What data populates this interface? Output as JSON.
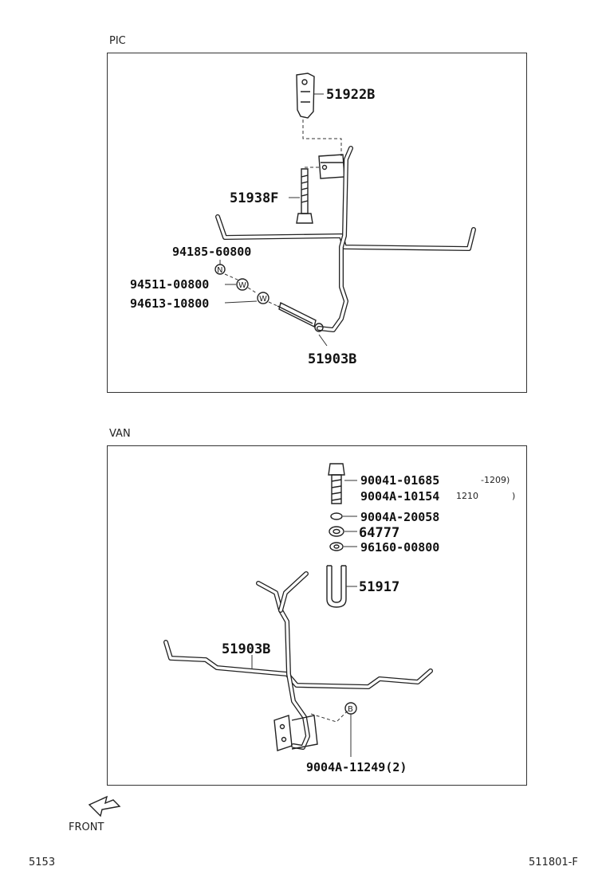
{
  "sections": {
    "pic": {
      "label": "PIC",
      "parts": {
        "p1": "51922B",
        "p2": "51938F",
        "p3": "94185-60800",
        "p4": "94511-00800",
        "p5": "94613-10800",
        "p6": "51903B"
      },
      "markers": {
        "n": "N",
        "w1": "W",
        "w2": "W"
      }
    },
    "van": {
      "label": "VAN",
      "parts": {
        "p1": "90041-01685",
        "p2": "9004A-10154",
        "p3": "9004A-20058",
        "p4": "64777",
        "p5": "96160-00800",
        "p6": "51917",
        "p7": "51903B",
        "p8": "9004A-11249(2)"
      },
      "notes": {
        "n1": "-1209)",
        "n2": "1210",
        "n3": ")"
      },
      "markers": {
        "b": "B"
      }
    }
  },
  "front_label": "FRONT",
  "footer": {
    "left": "5153",
    "right": "511801-F"
  }
}
